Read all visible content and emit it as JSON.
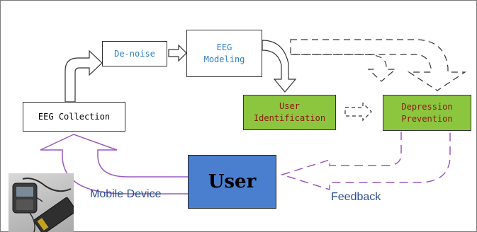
{
  "nodes": {
    "de_noise": "De-noise",
    "eeg_modeling": "EEG\nModeling",
    "eeg_collection": "EEG Collection",
    "user_identification": "User\nIdentification",
    "depression_prevention": "Depression\nPrevention",
    "user": "User"
  },
  "labels": {
    "mobile_device": "Mobile Device",
    "feedback": "Feedback"
  },
  "colors": {
    "green_box": "#8cc63f",
    "user_box": "#4a7fd0",
    "purple_arrow": "#9b59c0",
    "blue_text": "#2e7fc0",
    "red_text": "#8b1a10"
  },
  "icons": [
    "mobile-device-photo"
  ]
}
